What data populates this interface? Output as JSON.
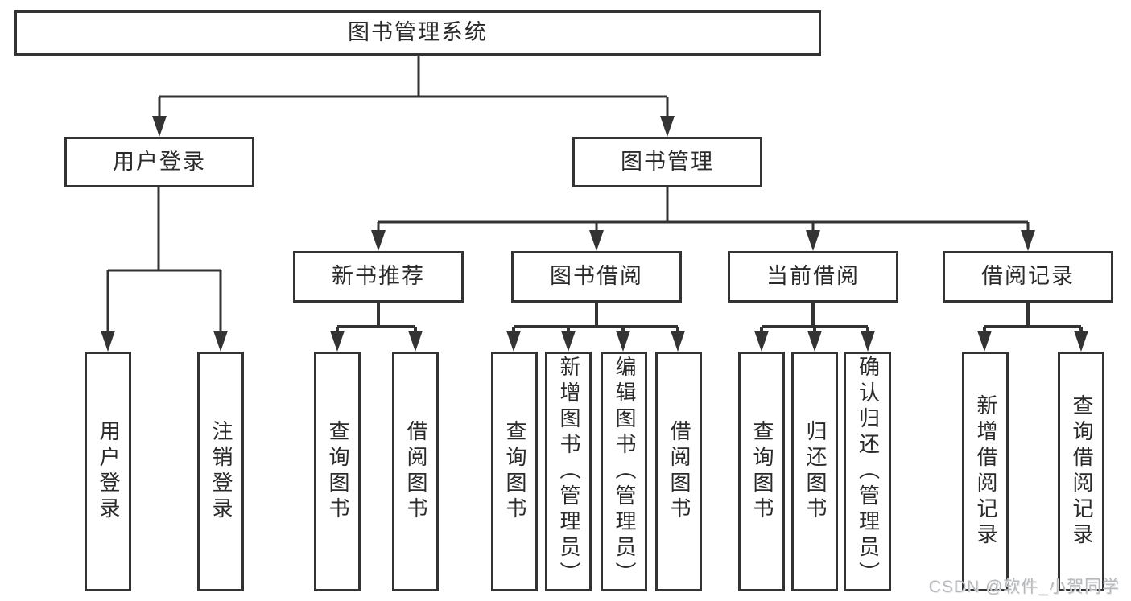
{
  "diagram": {
    "root": {
      "label": "图书管理系统"
    },
    "user_login": {
      "label": "用户登录",
      "children": [
        {
          "label": "用户登录"
        },
        {
          "label": "注销登录"
        }
      ]
    },
    "book_mgmt": {
      "label": "图书管理",
      "sections": [
        {
          "label": "新书推荐",
          "children": [
            {
              "label": "查询图书"
            },
            {
              "label": "借阅图书"
            }
          ]
        },
        {
          "label": "图书借阅",
          "children": [
            {
              "label": "查询图书"
            },
            {
              "label": "新增图书（管理员）"
            },
            {
              "label": "编辑图书（管理员）"
            },
            {
              "label": "借阅图书"
            }
          ]
        },
        {
          "label": "当前借阅",
          "children": [
            {
              "label": "查询图书"
            },
            {
              "label": "归还图书"
            },
            {
              "label": "确认归还（管理员）"
            }
          ]
        },
        {
          "label": "借阅记录",
          "children": [
            {
              "label": "新增借阅记录"
            },
            {
              "label": "查询借阅记录"
            }
          ]
        }
      ]
    }
  },
  "watermark": "CSDN @软件_小贺同学",
  "colors": {
    "line": "#333333",
    "text": "#2a2a2a",
    "watermark": "#b6b8bb",
    "background": "#ffffff"
  }
}
